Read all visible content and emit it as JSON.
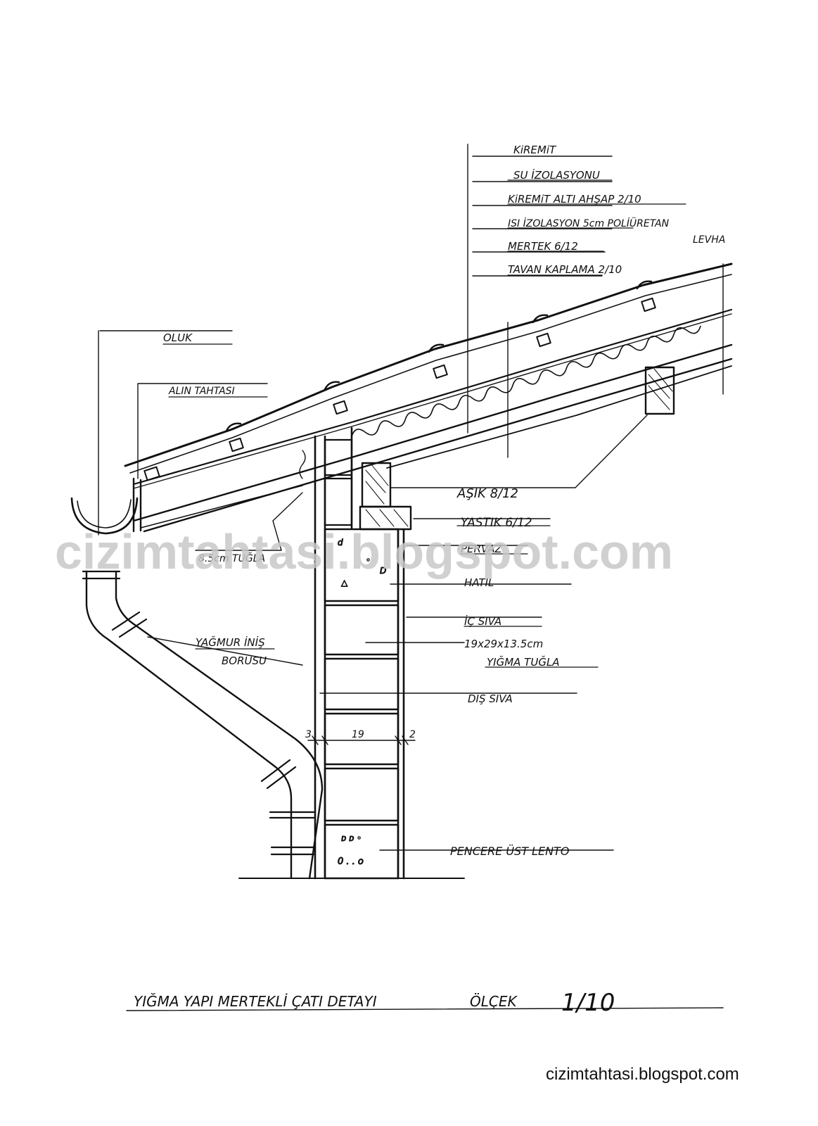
{
  "labels": {
    "kiremit": "KiREMiT",
    "su_izolasyonu": "SU İZOLASYONU",
    "kiremit_alti_ahsap": "KiREMiT ALTI AHŞAP 2/10",
    "isi_izolasyon_1": "ISI İZOLASYON 5cm POLİÜRETAN",
    "isi_izolasyon_2": "LEVHA",
    "mertek": "MERTEK 6/12",
    "tavan_kaplama": "TAVAN KAPLAMA 2/10",
    "oluk": "OLUK",
    "alin_tahtasi": "ALIN TAHTASI",
    "asik": "AŞIK 8/12",
    "yastik": "YASTIK 6/12",
    "pervaz": "PERVAZ",
    "tugla_85": "8.5cm TUĞLA",
    "hatil": "HATIL",
    "ic_siva": "İÇ SIVA",
    "yigma_tugla_1": "19x29x13.5cm",
    "yigma_tugla_2": "YIĞMA TUĞLA",
    "yagmur_inis_1": "YAĞMUR İNİŞ",
    "yagmur_inis_2": "BORUSU",
    "dis_siva": "DIŞ SIVA",
    "pencere_ust_lento": "PENCERE ÜST LENTO"
  },
  "dimensions": {
    "left": "3",
    "middle": "19",
    "right": "2"
  },
  "title": {
    "text": "YIĞMA YAPI MERTEKLİ ÇATI DETAYI",
    "scale_label": "ÖLÇEK",
    "scale_value": "1/10"
  },
  "watermark": "cizimtahtasi.blogspot.com",
  "credit": "cizimtahtasi.blogspot.com"
}
